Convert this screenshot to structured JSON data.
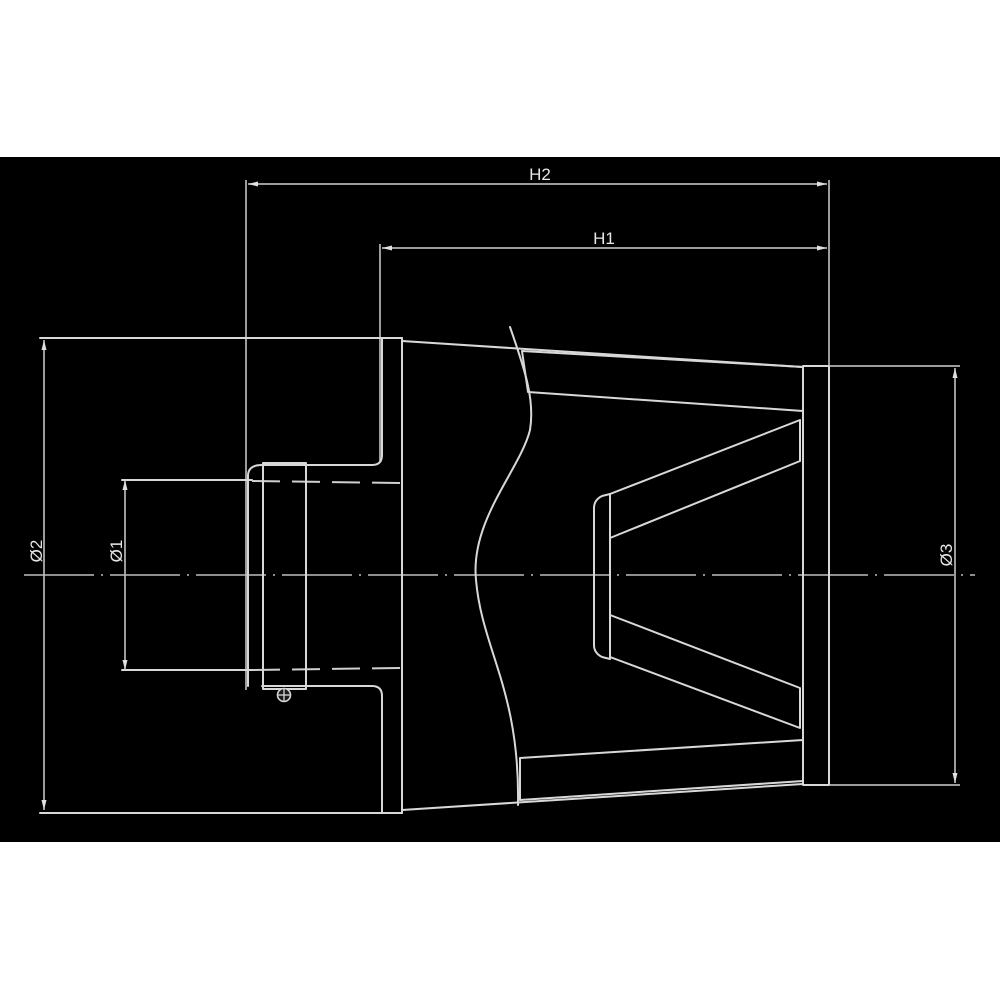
{
  "drawing": {
    "background": "#000000",
    "line_color": "#d8d8d8",
    "page_background": "#ffffff",
    "dimensions": {
      "h2": "H2",
      "h1": "H1",
      "d1": "Ø1",
      "d2": "Ø2",
      "d3": "Ø3"
    },
    "symbols": {
      "fastener": "screw-head-symbol"
    }
  }
}
